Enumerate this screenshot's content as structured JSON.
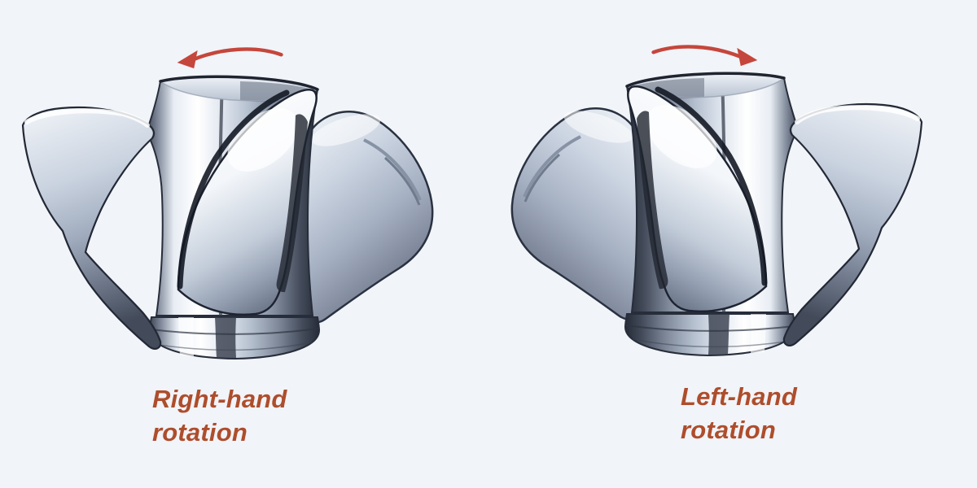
{
  "page": {
    "background_color": "#f1f4f8"
  },
  "theme": {
    "caption_color": "#ae4d2c",
    "arrow_color": "#c5463c",
    "metal_highlight": "#ffffff",
    "metal_light": "#dfe5ee",
    "metal_mid": "#a8b3c4",
    "metal_dark": "#3f4654",
    "outline_color": "#20252f"
  },
  "figures": [
    {
      "caption_line1": "Right-hand",
      "caption_line2": "rotation",
      "arrow_direction": "counterclockwise"
    },
    {
      "caption_line1": "Left-hand",
      "caption_line2": "rotation",
      "arrow_direction": "clockwise"
    }
  ]
}
